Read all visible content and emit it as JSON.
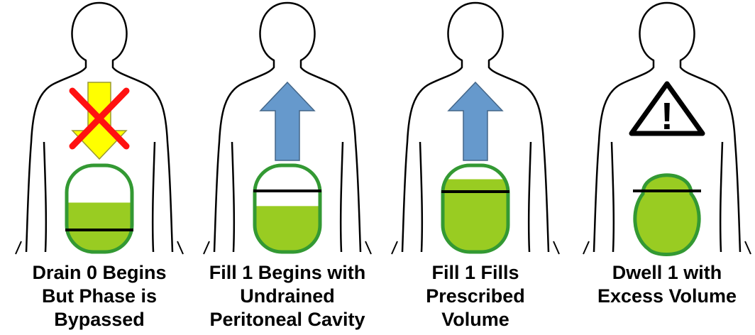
{
  "panels": [
    {
      "id": "drain-0",
      "arrow": "down",
      "arrow_color": "#ffff00",
      "cross": true,
      "fill_fraction": 0.57,
      "overfull": false,
      "caption_lines": [
        "Drain 0 Begins",
        "But Phase is",
        "Bypassed"
      ]
    },
    {
      "id": "fill-1-begin",
      "arrow": "up",
      "arrow_color": "#6699cc",
      "cross": false,
      "fill_fraction": 0.53,
      "overfull": false,
      "caption_lines": [
        "Fill 1 Begins with",
        "Undrained",
        "Peritoneal Cavity"
      ]
    },
    {
      "id": "fill-1-fills",
      "arrow": "up",
      "arrow_color": "#6699cc",
      "cross": false,
      "fill_fraction": 0.84,
      "overfull": false,
      "caption_lines": [
        "Fill 1 Fills",
        "Prescribed",
        "Volume"
      ]
    },
    {
      "id": "dwell-1",
      "arrow": "warning",
      "warning_symbol": "!",
      "cross": false,
      "fill_fraction": 1.0,
      "overfull": true,
      "caption_lines": [
        "Dwell 1 with",
        "Excess Volume"
      ]
    }
  ],
  "colors": {
    "fluid": "#99cc22",
    "cavity_outline": "#339933",
    "cross": "#ff1111",
    "outline": "#000000"
  }
}
